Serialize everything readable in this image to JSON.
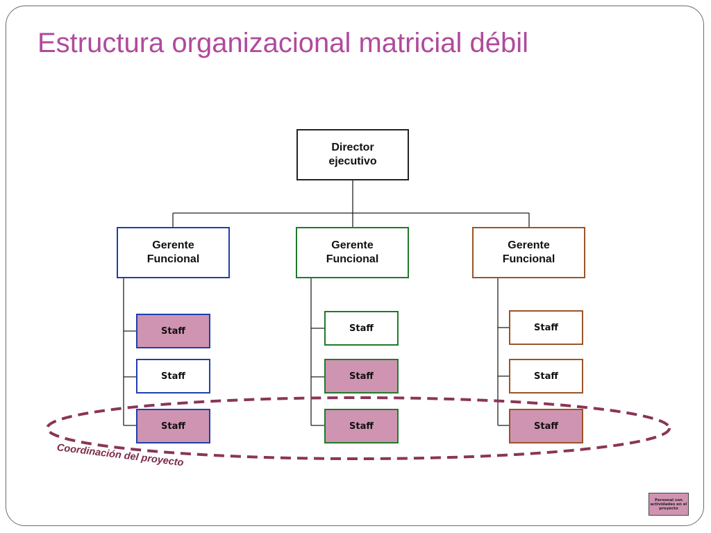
{
  "title": "Estructura organizacional matricial débil",
  "director": {
    "label": "Director\nejecutivo"
  },
  "columns": [
    {
      "manager": {
        "label": "Gerente\nFuncional",
        "color": "#1f3fa8"
      },
      "staff": [
        {
          "label": "Staff",
          "project": true
        },
        {
          "label": "Staff",
          "project": false
        },
        {
          "label": "Staff",
          "project": true
        }
      ]
    },
    {
      "manager": {
        "label": "Gerente\nFuncional",
        "color": "#1f7a2a"
      },
      "staff": [
        {
          "label": "Staff",
          "project": false
        },
        {
          "label": "Staff",
          "project": true
        },
        {
          "label": "Staff",
          "project": true
        }
      ]
    },
    {
      "manager": {
        "label": "Gerente\nFuncional",
        "color": "#9a5426"
      },
      "staff": [
        {
          "label": "Staff",
          "project": false
        },
        {
          "label": "Staff",
          "project": false
        },
        {
          "label": "Staff",
          "project": true
        }
      ]
    }
  ],
  "coordination_label": "Coordinación del proyecto",
  "legend": {
    "label": "Personal con actividades en el proyecto"
  },
  "colors": {
    "title": "#b04a9b",
    "project_fill": "#cf94b1",
    "coordination_ellipse": "#8a3558",
    "connector": "#222222"
  }
}
